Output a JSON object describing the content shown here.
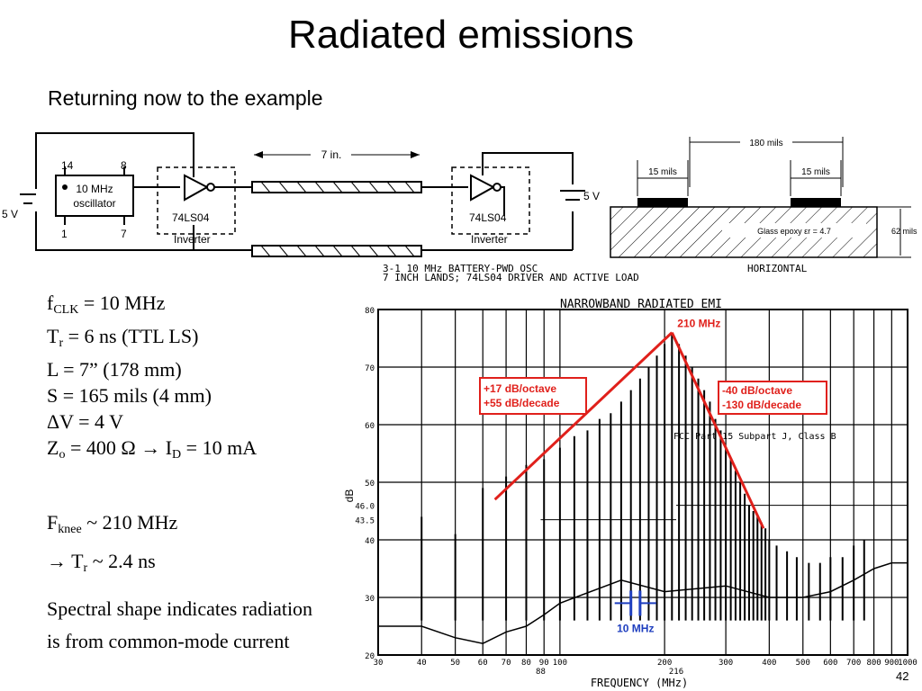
{
  "title": "Radiated emissions",
  "subtitle": "Returning now to the example",
  "params": [
    {
      "main": "f",
      "sub": "CLK",
      "rest": " = 10 MHz"
    },
    {
      "main": "T",
      "sub": "r",
      "rest": " = 6 ns (TTL LS)"
    },
    {
      "main": "L = 7” (178 mm)",
      "sub": "",
      "rest": ""
    },
    {
      "main": "S = 165 mils (4 mm)",
      "sub": "",
      "rest": ""
    },
    {
      "main": "ΔV = 4 V",
      "sub": "",
      "rest": ""
    },
    {
      "main": "Z",
      "sub": "o",
      "rest": " = 400 Ω → I",
      "sub2": "D",
      "rest2": " = 10 mA"
    }
  ],
  "knee": [
    {
      "main": "F",
      "sub": "knee",
      "rest": " ~ 210 MHz"
    },
    {
      "main": " → T",
      "sub": "r",
      "rest": " ~ 2.4 ns"
    }
  ],
  "conclusion": "Spectral shape indicates radiation is from common-mode current",
  "page_number": "42",
  "schematic": {
    "pin14": "14",
    "pin8": "8",
    "pin1": "1",
    "pin7": "7",
    "osc_line1": "10 MHz",
    "osc_line2": "oscillator",
    "supply_left": "5 V",
    "supply_right": "5 V",
    "gate_label": "74LS04",
    "inverter_label": "Inverter",
    "length": "7 in.",
    "caption_line1": "3-1  10 MHz  BATTERY-PWD OSC",
    "caption_line2": "7 INCH LANDS; 74LS04 DRIVER AND ACTIVE LOAD"
  },
  "cross_section": {
    "spacing": "180 mils",
    "trace_width": "15 mils",
    "thickness": "62 mils",
    "material": "Glass epoxy εr = 4.7",
    "view_label": "HORIZONTAL"
  },
  "chart_data": {
    "type": "line",
    "title": "NARROWBAND RADIATED EMI",
    "xlabel": "FREQUENCY (MHz)",
    "ylabel": "dB",
    "x_scale": "log",
    "xlim": [
      30,
      1000
    ],
    "ylim": [
      20,
      80
    ],
    "x_ticks": [
      "30",
      "40",
      "50",
      "60",
      "70",
      "80",
      "90",
      "100",
      "200",
      "300",
      "400",
      "500",
      "600",
      "700",
      "800",
      "900",
      "1000"
    ],
    "x_extra_ticks": [
      "88",
      "216"
    ],
    "y_ticks": [
      "20",
      "30",
      "40",
      "50",
      "60",
      "70",
      "80"
    ],
    "y_extra_ticks": [
      "46.0",
      "43.5"
    ],
    "limit_annotation": "FCC Part 15 Subpart J, Class B",
    "harmonic_step_mhz": 10,
    "harmonics": [
      {
        "f": 40,
        "db": 44
      },
      {
        "f": 50,
        "db": 41
      },
      {
        "f": 60,
        "db": 49
      },
      {
        "f": 70,
        "db": 51
      },
      {
        "f": 80,
        "db": 53
      },
      {
        "f": 90,
        "db": 54
      },
      {
        "f": 100,
        "db": 56
      },
      {
        "f": 110,
        "db": 58
      },
      {
        "f": 120,
        "db": 59
      },
      {
        "f": 130,
        "db": 61
      },
      {
        "f": 140,
        "db": 62
      },
      {
        "f": 150,
        "db": 64
      },
      {
        "f": 160,
        "db": 66
      },
      {
        "f": 170,
        "db": 68
      },
      {
        "f": 180,
        "db": 70
      },
      {
        "f": 190,
        "db": 72
      },
      {
        "f": 200,
        "db": 74
      },
      {
        "f": 210,
        "db": 76
      },
      {
        "f": 220,
        "db": 74
      },
      {
        "f": 230,
        "db": 72
      },
      {
        "f": 240,
        "db": 70
      },
      {
        "f": 250,
        "db": 68
      },
      {
        "f": 260,
        "db": 66
      },
      {
        "f": 270,
        "db": 64
      },
      {
        "f": 280,
        "db": 61
      },
      {
        "f": 290,
        "db": 59
      },
      {
        "f": 300,
        "db": 56
      },
      {
        "f": 310,
        "db": 54
      },
      {
        "f": 320,
        "db": 52
      },
      {
        "f": 330,
        "db": 50
      },
      {
        "f": 340,
        "db": 48
      },
      {
        "f": 350,
        "db": 46
      },
      {
        "f": 360,
        "db": 45
      },
      {
        "f": 370,
        "db": 44
      },
      {
        "f": 380,
        "db": 43
      },
      {
        "f": 390,
        "db": 42
      },
      {
        "f": 400,
        "db": 40
      },
      {
        "f": 420,
        "db": 39
      },
      {
        "f": 450,
        "db": 38
      },
      {
        "f": 480,
        "db": 37
      },
      {
        "f": 520,
        "db": 36
      },
      {
        "f": 560,
        "db": 36
      },
      {
        "f": 600,
        "db": 37
      },
      {
        "f": 650,
        "db": 37
      },
      {
        "f": 700,
        "db": 39
      },
      {
        "f": 750,
        "db": 40
      }
    ],
    "noise_floor": [
      {
        "f": 30,
        "db": 25
      },
      {
        "f": 40,
        "db": 25
      },
      {
        "f": 50,
        "db": 23
      },
      {
        "f": 60,
        "db": 22
      },
      {
        "f": 70,
        "db": 24
      },
      {
        "f": 80,
        "db": 25
      },
      {
        "f": 90,
        "db": 27
      },
      {
        "f": 100,
        "db": 29
      },
      {
        "f": 150,
        "db": 33
      },
      {
        "f": 200,
        "db": 31
      },
      {
        "f": 300,
        "db": 32
      },
      {
        "f": 400,
        "db": 30
      },
      {
        "f": 500,
        "db": 30
      },
      {
        "f": 600,
        "db": 31
      },
      {
        "f": 700,
        "db": 33
      },
      {
        "f": 800,
        "db": 35
      },
      {
        "f": 900,
        "db": 36
      },
      {
        "f": 1000,
        "db": 36
      }
    ],
    "annotations": {
      "peak": "210 MHz",
      "rise_line1": "+17 dB/octave",
      "rise_line2": "+55 dB/decade",
      "fall_line1": "-40 dB/octave",
      "fall_line2": "-130 dB/decade",
      "spacing": "10 MHz"
    },
    "slope_lines": {
      "rise": [
        [
          65,
          47
        ],
        [
          210,
          76
        ]
      ],
      "fall": [
        [
          210,
          76
        ],
        [
          385,
          42
        ]
      ]
    },
    "colors": {
      "annotation": "#e0201b",
      "spacing": "#1f3fbf",
      "trace": "#000000"
    }
  }
}
